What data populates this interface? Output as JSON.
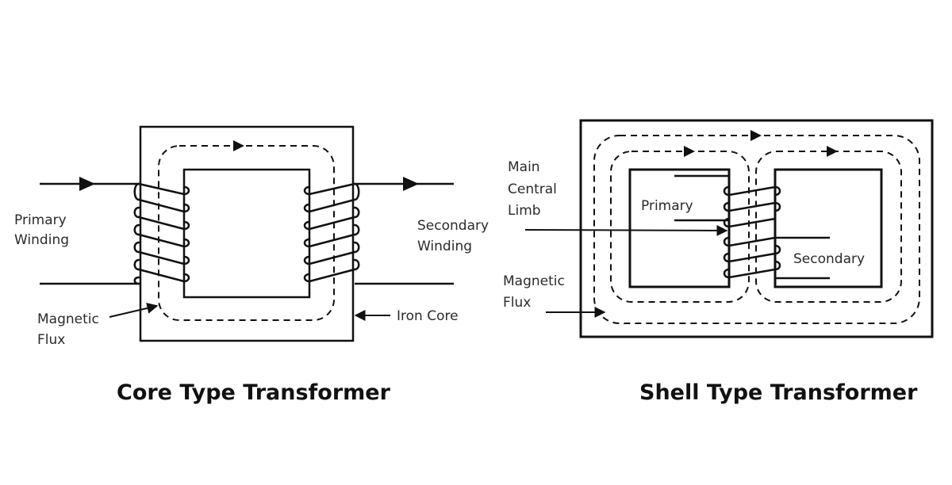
{
  "colors": {
    "line": "#111111",
    "text": "#2b2b2b",
    "background": "#ffffff"
  },
  "core": {
    "title": "Core Type Transformer",
    "primary_label": [
      "Primary",
      "Winding"
    ],
    "secondary_label": [
      "Secondary",
      "Winding"
    ],
    "flux_label": [
      "Magnetic",
      "Flux"
    ],
    "core_label": "Iron Core"
  },
  "shell": {
    "title": "Shell Type Transformer",
    "limb_label": [
      "Main",
      "Central",
      "Limb"
    ],
    "primary_label": "Primary",
    "secondary_label": "Secondary",
    "flux_label": [
      "Magnetic",
      "Flux"
    ]
  }
}
